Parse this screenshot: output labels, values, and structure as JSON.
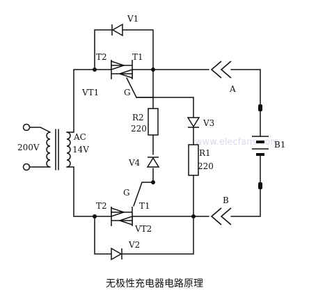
{
  "labels": {
    "v1": "V1",
    "v2": "V2",
    "v3": "V3",
    "v4": "V4",
    "vt1": "VT1",
    "vt2": "VT2",
    "t1_top": "T1",
    "t2_top": "T2",
    "t1_bottom": "T1",
    "t2_bottom": "T2",
    "g_top": "G",
    "g_bottom": "G",
    "r1_name": "R1",
    "r1_value": "220",
    "r2_name": "R2",
    "r2_value": "220",
    "ac_label": "AC",
    "ac_voltage": "14V",
    "input_voltage": "200V",
    "terminal_a": "A",
    "terminal_b": "B",
    "battery": "B1"
  },
  "caption": "无极性充电器电路原理",
  "watermark": "www.elecfans.com",
  "colors": {
    "line": "#111111",
    "watermark": "#d9d9ee"
  }
}
